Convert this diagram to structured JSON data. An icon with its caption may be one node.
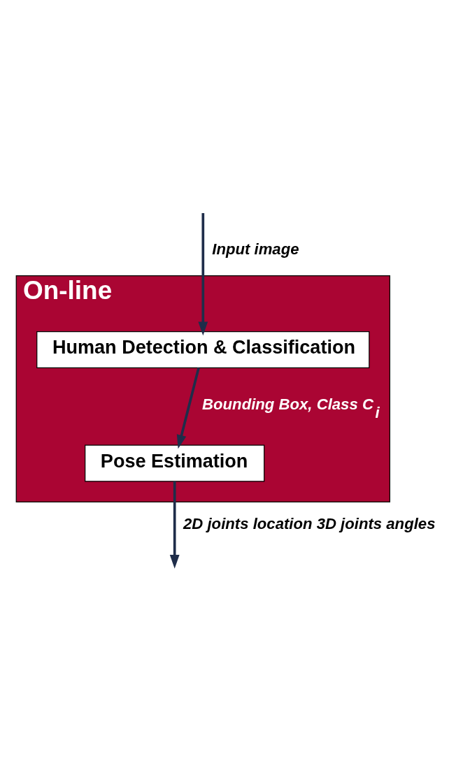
{
  "diagram": {
    "nodes": [
      {
        "text": [
          "On-line"
        ]
      },
      {
        "text": [
          "Human Detection & Classification"
        ],
        "in": 0
      },
      {
        "text": [
          "Pose Estimation"
        ],
        "in": 0
      }
    ],
    "edges": [
      {
        "from": null,
        "to": 1,
        "arrow": "to",
        "label": "Input image"
      },
      {
        "from": 1,
        "to": 2,
        "arrow": "to",
        "label": "Bounding Box, Class C$_{i}$"
      },
      {
        "from": 2,
        "to": null,
        "arrow": "to",
        "label": "2D joints location 3D joints angles"
      }
    ]
  }
}
